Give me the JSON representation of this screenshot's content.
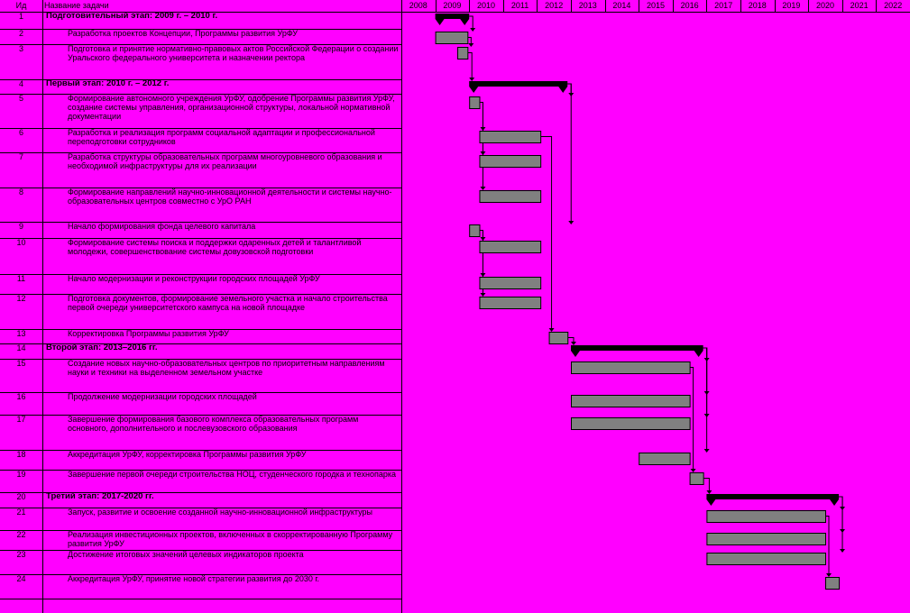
{
  "chart_data": {
    "type": "gantt",
    "columns": {
      "id": "Ид",
      "name": "Название задачи"
    },
    "years": [
      "2008",
      "2009",
      "2010",
      "2011",
      "2012",
      "2013",
      "2014",
      "2015",
      "2016",
      "2017",
      "2018",
      "2019",
      "2020",
      "2021",
      "2022"
    ],
    "tasks": [
      {
        "id": "1",
        "name": "Подготовительный этап: 2009 г. – 2010 г.",
        "summary": true,
        "start": 2009.0,
        "end": 2010.0
      },
      {
        "id": "2",
        "name": "Разработка проектов  Концепции, Программы развития УрФУ",
        "summary": false,
        "start": 2009.0,
        "end": 2009.95
      },
      {
        "id": "3",
        "name": "Подготовка и принятие  нормативно-правовых актов Российской Федерации о создании Уральского федерального университета и назначении ректора",
        "summary": false,
        "start": 2009.65,
        "end": 2009.95
      },
      {
        "id": "4",
        "name": "Первый этап: 2010 г. – 2012 г.",
        "summary": true,
        "start": 2010.0,
        "end": 2012.9
      },
      {
        "id": "5",
        "name": "Формирование автономного учреждения УрФУ, одобрение Программы развития УрФУ, создание системы управления, организационной структуры, локальной нормативной документации",
        "summary": false,
        "start": 2010.0,
        "end": 2010.3
      },
      {
        "id": "6",
        "name": "Разработка и реализация программ социальной адаптации и профессиональной переподготовки сотрудников",
        "summary": false,
        "start": 2010.3,
        "end": 2012.1
      },
      {
        "id": "7",
        "name": "Разработка структуры образовательных программ многоуровневого образования и необходимой инфраструктуры для их реализации",
        "summary": false,
        "start": 2010.3,
        "end": 2012.1
      },
      {
        "id": "8",
        "name": "Формирование направлений научно-инновационной деятельности и системы  научно-образовательных центров совместно с УрО РАН",
        "summary": false,
        "start": 2010.3,
        "end": 2012.1
      },
      {
        "id": "9",
        "name": "Начало формирования фонда целевого капитала",
        "summary": false,
        "start": 2010.0,
        "end": 2010.3
      },
      {
        "id": "10",
        "name": "Формирование системы поиска и поддержки одаренных детей и талантливой молодежи, совершенствование системы довузовской подготовки",
        "summary": false,
        "start": 2010.3,
        "end": 2012.1
      },
      {
        "id": "11",
        "name": "Начало модернизации и реконструкции городских площадей УрФУ",
        "summary": false,
        "start": 2010.3,
        "end": 2012.1
      },
      {
        "id": "12",
        "name": "Подготовка документов, формирование земельного участка и начало строительства первой очереди университетского кампуса на новой площадке",
        "summary": false,
        "start": 2010.3,
        "end": 2012.1
      },
      {
        "id": "13",
        "name": "Корректировка Программы развития УрФУ",
        "summary": false,
        "start": 2012.35,
        "end": 2012.9
      },
      {
        "id": "14",
        "name": "Второй этап: 2013–2016 гг.",
        "summary": true,
        "start": 2013.0,
        "end": 2016.9
      },
      {
        "id": "15",
        "name": "Создание новых научно-образовательных центров по приоритетным направлениям науки и техники на выделенном земельном участке",
        "summary": false,
        "start": 2013.0,
        "end": 2016.5
      },
      {
        "id": "16",
        "name": "Продолжение модернизации  городских площадей",
        "summary": false,
        "start": 2013.0,
        "end": 2016.5
      },
      {
        "id": "17",
        "name": "Завершение формирования базового комплекса образовательных программ основного, дополнительного и послевузовского образования",
        "summary": false,
        "start": 2013.0,
        "end": 2016.5
      },
      {
        "id": "18",
        "name": "Аккредитация УрФУ, корректировка Программы развития УрФУ",
        "summary": false,
        "start": 2015.0,
        "end": 2016.5
      },
      {
        "id": "19",
        "name": "Завершение первой очереди строительства НОЦ, студенческого городка и технопарка",
        "summary": false,
        "start": 2016.5,
        "end": 2016.9
      },
      {
        "id": "20",
        "name": "Третий этап: 2017-2020 гг.",
        "summary": true,
        "start": 2017.0,
        "end": 2020.9
      },
      {
        "id": "21",
        "name": "Запуск, развитие и освоение созданной научно-инновационной инфраструктуры",
        "summary": false,
        "start": 2017.0,
        "end": 2020.5
      },
      {
        "id": "22",
        "name": "Реализация инвестиционных проектов, включенных в скорректированную Программу развития УрФУ",
        "summary": false,
        "start": 2017.0,
        "end": 2020.5
      },
      {
        "id": "23",
        "name": "Достижение итоговых значений целевых индикаторов проекта",
        "summary": false,
        "start": 2017.0,
        "end": 2020.5
      },
      {
        "id": "24",
        "name": "Аккредитация УрФУ, принятие новой стратегии развития до 2030 г.",
        "summary": false,
        "start": 2020.5,
        "end": 2020.9
      }
    ],
    "links": [
      [
        1,
        2
      ],
      [
        2,
        3
      ],
      [
        3,
        4
      ],
      [
        4,
        5
      ],
      [
        5,
        6
      ],
      [
        5,
        7
      ],
      [
        5,
        8
      ],
      [
        4,
        9
      ],
      [
        9,
        10
      ],
      [
        9,
        11
      ],
      [
        9,
        12
      ],
      [
        6,
        13
      ],
      [
        13,
        14
      ],
      [
        14,
        15
      ],
      [
        14,
        16
      ],
      [
        14,
        17
      ],
      [
        14,
        18
      ],
      [
        15,
        19
      ],
      [
        19,
        20
      ],
      [
        20,
        21
      ],
      [
        20,
        22
      ],
      [
        20,
        23
      ],
      [
        21,
        24
      ]
    ],
    "colors": {
      "background": "#ff00ff",
      "bar": "#808080",
      "summary": "#000000",
      "grid": "#000000",
      "link": "#000000"
    }
  }
}
